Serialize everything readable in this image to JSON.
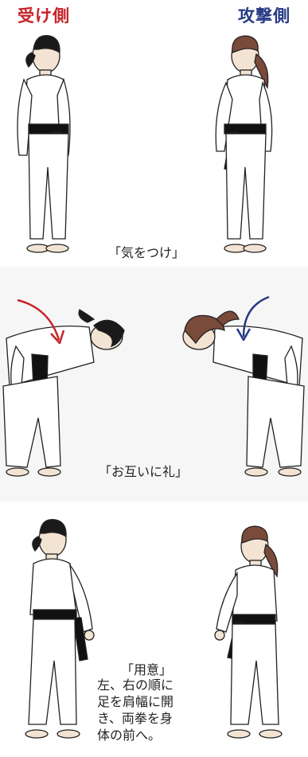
{
  "headers": {
    "left": "受け側",
    "right": "攻撃側"
  },
  "steps": [
    {
      "caption": "「気をつけ」"
    },
    {
      "caption": "「お互いに礼」"
    },
    {
      "caption": "「用意」",
      "description": [
        "左、右の順に",
        "足を肩幅に開",
        "き、両拳を身",
        "体の前へ。"
      ]
    }
  ],
  "colors": {
    "uke": "#c8232a",
    "attacker": "#273a85",
    "belt": "#111111",
    "skin": "#f3e3d3",
    "hair_uke": "#1a1a1a",
    "hair_attacker": "#7a4a3a"
  },
  "icons": {
    "bow_arrow_left": "curved-arrow-down-right",
    "bow_arrow_right": "curved-arrow-down-left"
  }
}
